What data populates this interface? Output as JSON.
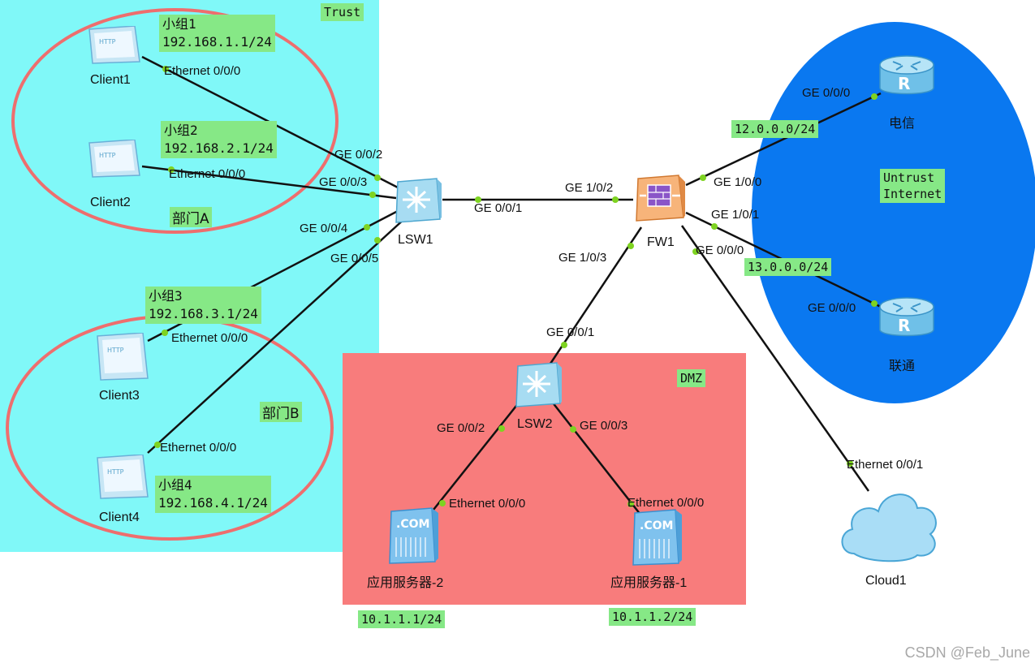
{
  "zones": {
    "trust": "Trust",
    "dmz": "DMZ",
    "untrust": [
      "Untrust",
      "Internet"
    ]
  },
  "departments": {
    "a": "部门A",
    "b": "部门B"
  },
  "groups": [
    {
      "name": "小组1",
      "subnet": "192.168.1.1/24"
    },
    {
      "name": "小组2",
      "subnet": "192.168.2.1/24"
    },
    {
      "name": "小组3",
      "subnet": "192.168.3.1/24"
    },
    {
      "name": "小组4",
      "subnet": "192.168.4.1/24"
    }
  ],
  "devices": {
    "client1": {
      "label": "Client1",
      "icon": "http-client-icon",
      "port": "Ethernet 0/0/0"
    },
    "client2": {
      "label": "Client2",
      "icon": "http-client-icon",
      "port": "Ethernet 0/0/0"
    },
    "client3": {
      "label": "Client3",
      "icon": "http-client-icon",
      "port": "Ethernet 0/0/0"
    },
    "client4": {
      "label": "Client4",
      "icon": "http-client-icon",
      "port": "Ethernet 0/0/0"
    },
    "lsw1": {
      "label": "LSW1",
      "icon": "switch-icon",
      "ports": [
        "GE 0/0/2",
        "GE 0/0/3",
        "GE 0/0/4",
        "GE 0/0/5",
        "GE 0/0/1"
      ]
    },
    "fw1": {
      "label": "FW1",
      "icon": "firewall-icon",
      "ports": [
        "GE 1/0/2",
        "GE 1/0/0",
        "GE 1/0/1",
        "GE 1/0/3",
        "GE 0/0/0"
      ]
    },
    "lsw2": {
      "label": "LSW2",
      "icon": "switch-icon",
      "ports": [
        "GE 0/0/1",
        "GE 0/0/2",
        "GE 0/0/3"
      ]
    },
    "server2": {
      "label": "应用服务器-2",
      "icon": "com-server-icon",
      "port": "Ethernet 0/0/0",
      "ip": "10.1.1.1/24"
    },
    "server1": {
      "label": "应用服务器-1",
      "icon": "com-server-icon",
      "port": "Ethernet 0/0/0",
      "ip": "10.1.1.2/24"
    },
    "telecom": {
      "label": "电信",
      "icon": "router-icon",
      "port": "GE 0/0/0",
      "subnet": "12.0.0.0/24"
    },
    "unicom": {
      "label": "联通",
      "icon": "router-icon",
      "port": "GE 0/0/0",
      "subnet": "13.0.0.0/24"
    },
    "cloud1": {
      "label": "Cloud1",
      "icon": "cloud-icon",
      "port": "Ethernet 0/0/1"
    }
  },
  "watermark": "CSDN @Feb_June",
  "colors": {
    "trust": "#80f8f8",
    "dmz": "#f87c7c",
    "untrust": "#0a78f0",
    "tag": "#86e886",
    "ring": "#ee6e6e",
    "port_dot": "#7ed321"
  }
}
